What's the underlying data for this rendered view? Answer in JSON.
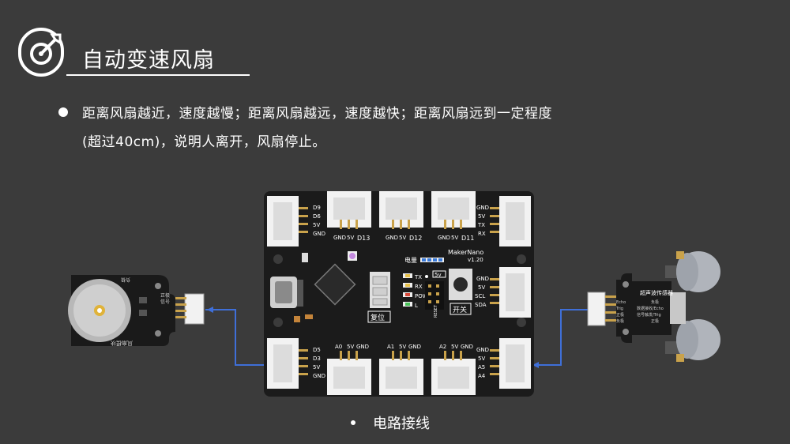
{
  "slide": {
    "title": "自动变速风扇",
    "bullet": {
      "line1": "距离风扇越近，速度越慢；距离风扇越远，速度越快；距离风扇远到一定程度",
      "line2": "(超过40cm)，说明人离开，风扇停止。"
    },
    "caption": "电路接线"
  },
  "board": {
    "left_top_pins": [
      "D9",
      "D6",
      "5V",
      "GND"
    ],
    "left_bottom_pins": [
      "D5",
      "D3",
      "5V",
      "GND"
    ],
    "right_top_pins": [
      "GND",
      "5V",
      "TX",
      "RX"
    ],
    "right_mid_pins": [
      "GND",
      "5V",
      "SCL",
      "SDA"
    ],
    "right_bottom_pins": [
      "GND",
      "5V",
      "A5",
      "A4"
    ],
    "top_ports": [
      {
        "gnd": "GND",
        "v5": "5V",
        "pin": "D13"
      },
      {
        "gnd": "GND",
        "v5": "5V",
        "pin": "D12"
      },
      {
        "gnd": "GND",
        "v5": "5V",
        "pin": "D11"
      }
    ],
    "bottom_ports": [
      {
        "pin": "A0",
        "v5": "5V",
        "gnd": "GND"
      },
      {
        "pin": "A1",
        "v5": "5V",
        "gnd": "GND"
      },
      {
        "pin": "A2",
        "v5": "5V",
        "gnd": "GND"
      }
    ],
    "brand": "MakerNano",
    "version": "v1.20",
    "power_label": "电量",
    "v5_label": "5v",
    "led_labels": [
      "TX",
      "RX",
      "POW",
      "L"
    ],
    "reset_label": "复位",
    "switch_label": "开关",
    "reset_chip": "RESET"
  },
  "fan_module": {
    "label": "风扇模块",
    "pins": [
      "负极",
      "正极",
      "信号"
    ]
  },
  "ultrasonic_module": {
    "title": "超声波传感器",
    "pins": [
      "负极",
      "数据接收/Echo",
      "信号触发/Trig",
      "正极"
    ],
    "pin_short": [
      "Echo",
      "Trig",
      "正极",
      "负极"
    ]
  },
  "colors": {
    "background": "#3b3b3b",
    "board": "#1b1b1b",
    "connector": "#f2f2f2",
    "wire": "#3f6fd8",
    "pin_gold": "#c9a24b"
  }
}
